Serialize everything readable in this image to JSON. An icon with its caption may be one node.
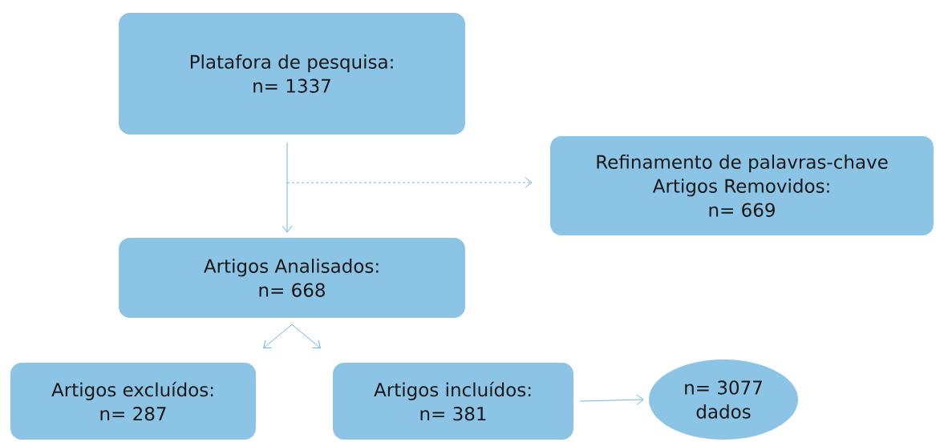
{
  "diagram": {
    "nodes": [
      {
        "text": [
          "Platafora de pesquisa:",
          "n= 1337"
        ]
      },
      {
        "text": [
          "Refinamento de palavras-chave",
          "Artigos Removidos:",
          "n= 669"
        ]
      },
      {
        "text": [
          "Artigos Analisados:",
          "n= 668"
        ]
      },
      {
        "text": [
          "Artigos excluídos:",
          "n= 287"
        ]
      },
      {
        "text": [
          "Artigos incluídos:",
          "n= 381"
        ]
      },
      {
        "text": [
          "n= 3077",
          "dados"
        ]
      }
    ],
    "edges": [
      {
        "from": 0,
        "to": 2,
        "arrow": "to"
      },
      {
        "from": 0,
        "to": 1,
        "arrow": "to",
        "style": "dashed"
      },
      {
        "from": 2,
        "to": 3,
        "arrow": "to"
      },
      {
        "from": 2,
        "to": 4,
        "arrow": "to"
      },
      {
        "from": 4,
        "to": 5,
        "arrow": "to"
      }
    ]
  }
}
